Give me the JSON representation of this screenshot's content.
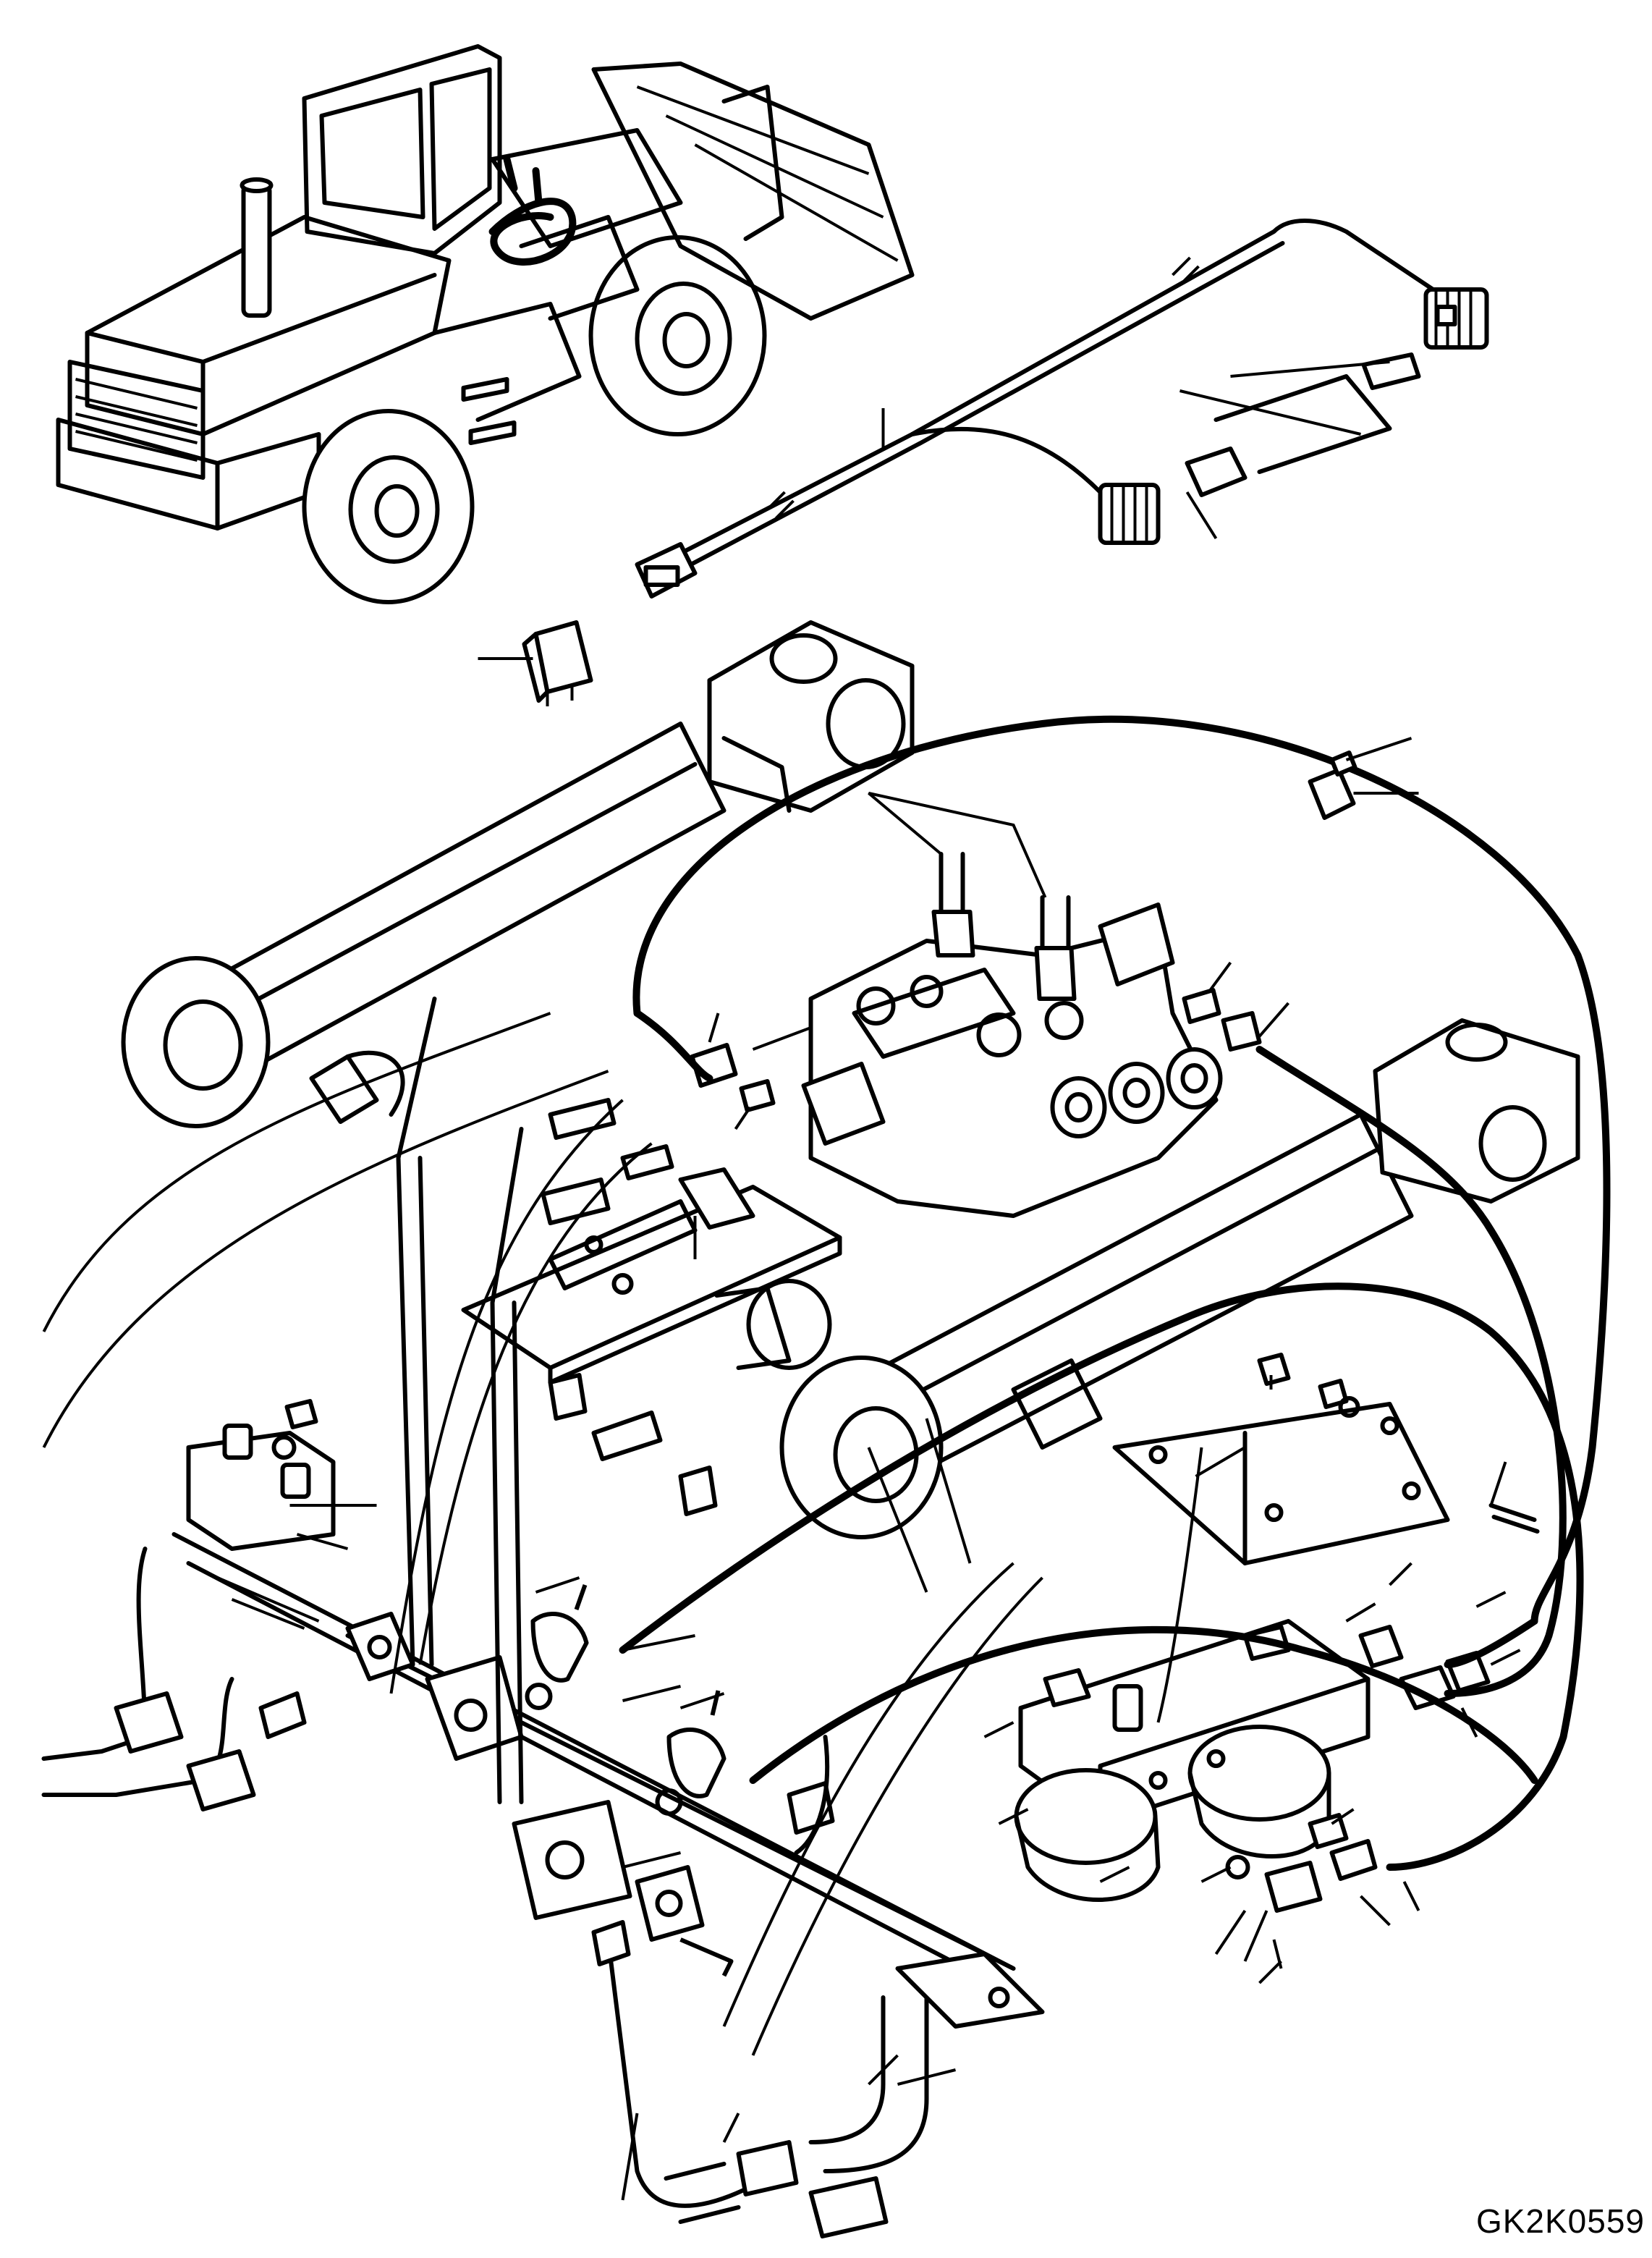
{
  "drawing": {
    "reference_code": "GK2K0559",
    "components": [
      {
        "name": "wheel-loader",
        "icon": "wheel-loader-icon"
      },
      {
        "name": "wiring-harness",
        "icon": "cable-harness-icon"
      },
      {
        "name": "relay",
        "icon": "relay-icon"
      },
      {
        "name": "hydraulic-cylinder-left",
        "icon": "cylinder-icon"
      },
      {
        "name": "hydraulic-cylinder-right",
        "icon": "cylinder-icon"
      },
      {
        "name": "control-valve",
        "icon": "valve-block-icon"
      },
      {
        "name": "valve-block-bracket",
        "icon": "bracket-icon"
      },
      {
        "name": "accumulator-block",
        "icon": "accumulator-icon"
      },
      {
        "name": "mounting-plate",
        "icon": "plate-icon"
      },
      {
        "name": "piping-assembly",
        "icon": "pipe-icon"
      }
    ]
  }
}
